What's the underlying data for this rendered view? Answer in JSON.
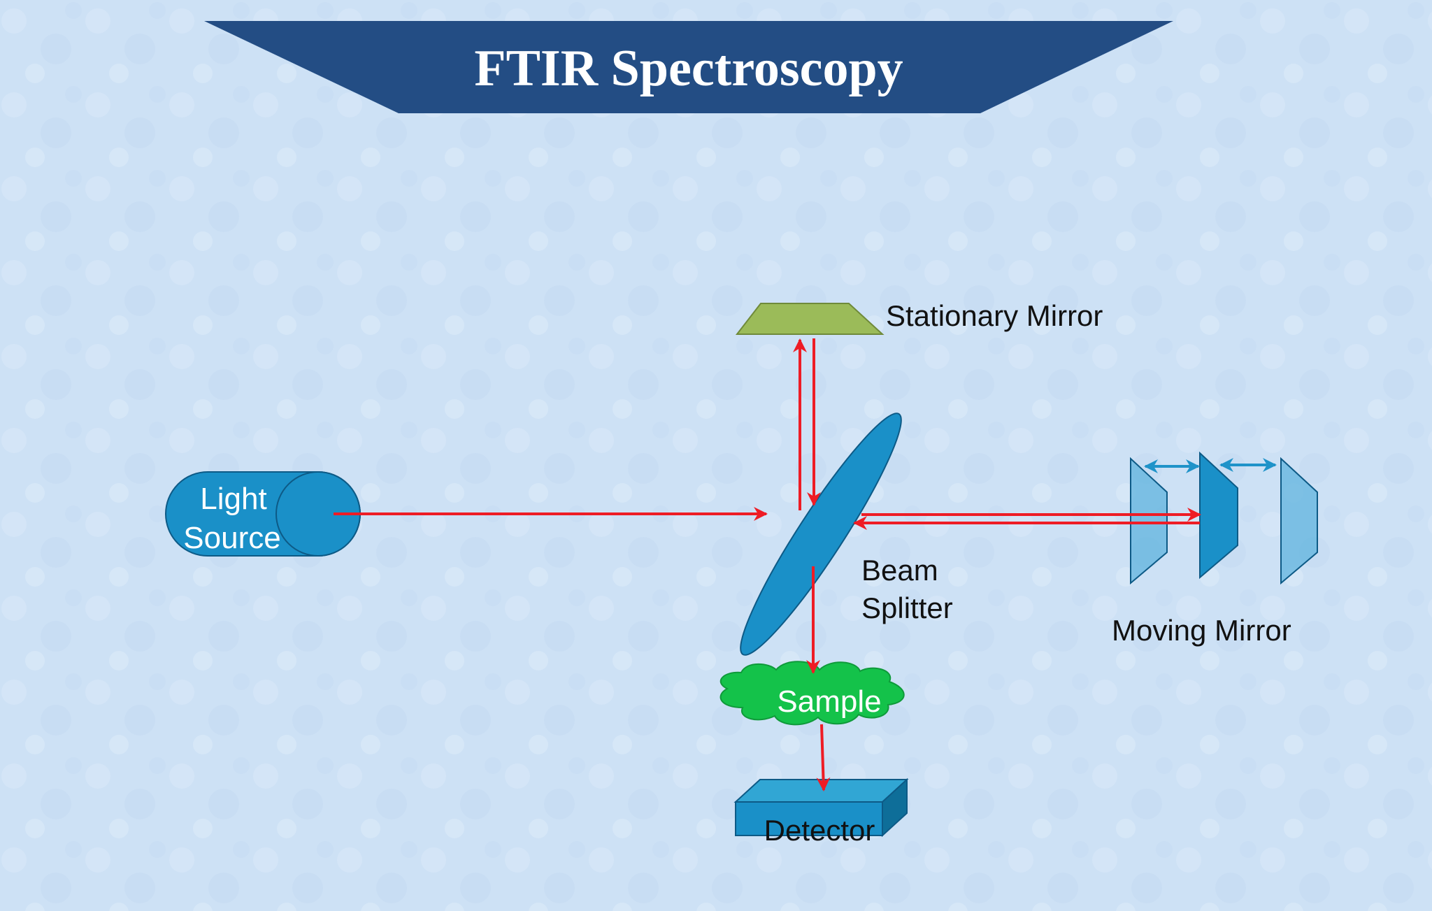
{
  "title": "FTIR Spectroscopy",
  "labels": {
    "light_source_line1": "Light",
    "light_source_line2": "Source",
    "stationary_mirror": "Stationary Mirror",
    "beam_splitter_line1": "Beam",
    "beam_splitter_line2": "Splitter",
    "moving_mirror": "Moving Mirror",
    "sample": "Sample",
    "detector": "Detector"
  },
  "colors": {
    "banner": "#234d84",
    "component_blue": "#1a90c8",
    "component_stroke": "#0d5a86",
    "mirror_green": "#9bbb59",
    "beam_red": "#ee1c25",
    "sample_green": "#14c24a",
    "ghost_mirror": "#5fb3de",
    "motion_arrow": "#1f93c9"
  }
}
